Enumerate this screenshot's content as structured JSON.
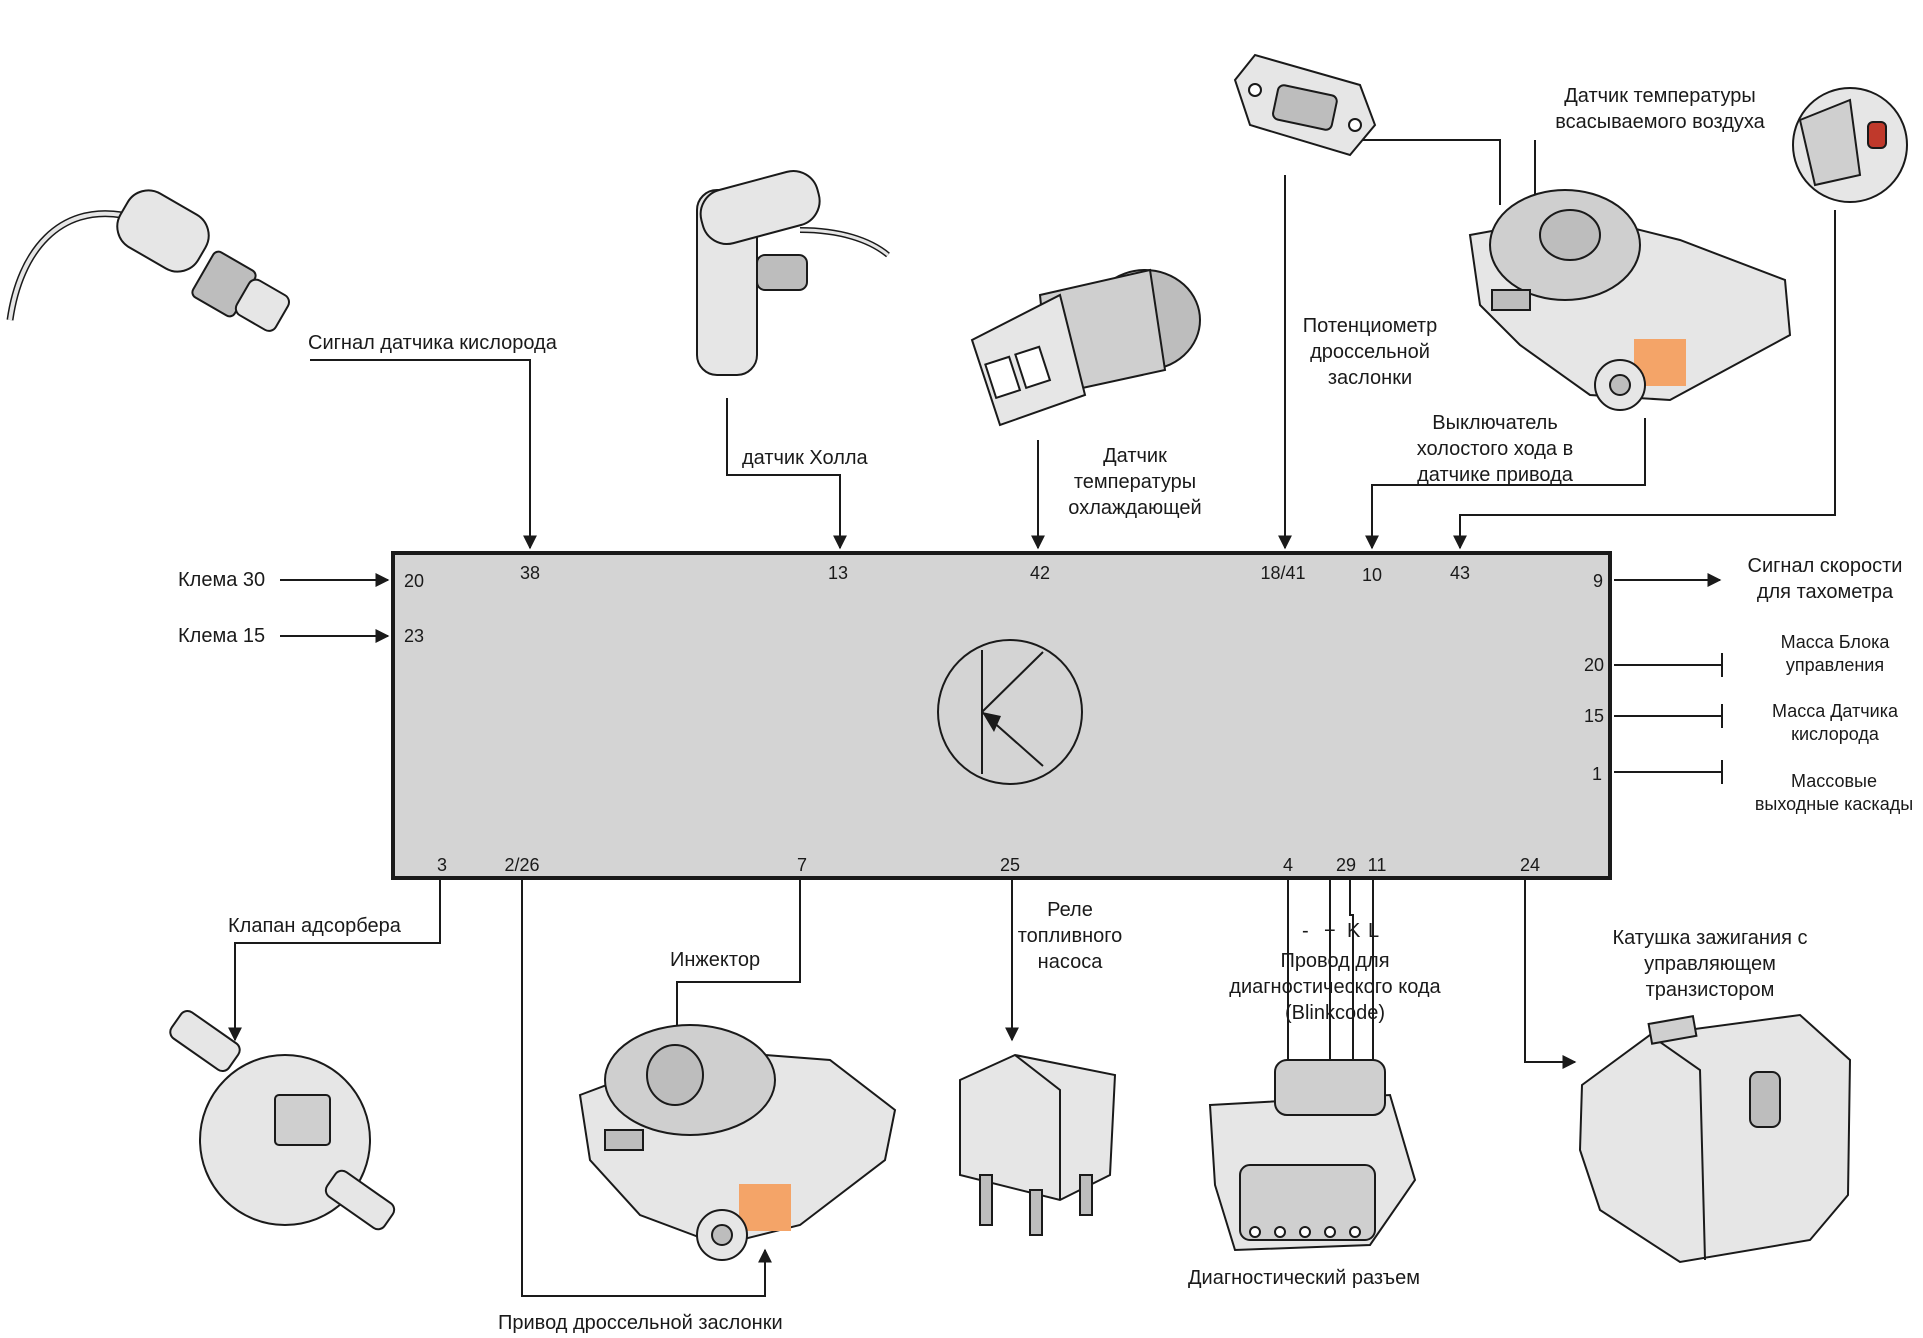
{
  "colors": {
    "ecu_fill": "#d4d4d4",
    "line": "#1a1a1a",
    "part_fill": "#e6e6e6",
    "part_dark": "#bdbdbd",
    "accent_orange": "#f4a468"
  },
  "labels": {
    "oxygen_signal": "Сигнал датчика кислорода",
    "hall": "датчик Холла",
    "coolant_temp": [
      "Датчик",
      "температуры",
      "охлаждающей"
    ],
    "throttle_pot": [
      "Потенциометр",
      "дроссельной",
      "заслонки"
    ],
    "intake_air_temp": [
      "Датчик температуры",
      "всасываемого воздуха"
    ],
    "idle_switch": [
      "Выключатель",
      "холостого хода в",
      "датчике привода"
    ],
    "clamp30": "Клема 30",
    "clamp15": "Клема 15",
    "speed_signal": [
      "Сигнал скорости",
      "для тахометра"
    ],
    "ground_ecu": [
      "Масса Блока",
      "управления"
    ],
    "ground_o2": [
      "Масса Датчика",
      "кислорода"
    ],
    "ground_stages": [
      "Массовые",
      "выходные каскады"
    ],
    "canister_valve": "Клапан адсорбера",
    "injector": "Инжектор",
    "fuel_pump_relay": [
      "Реле",
      "топливного",
      "насоса"
    ],
    "diag_wire": [
      "Провод для",
      "диагностического кода",
      "(Blinkcode)"
    ],
    "diag_wire_signs": [
      "-",
      "+",
      "K",
      "L"
    ],
    "ignition_coil": [
      "Катушка зажигания с",
      "управляющем",
      "транзистором"
    ],
    "diag_connector": "Диагностический разъем",
    "throttle_actuator": "Привод дроссельной заслонки"
  },
  "pins": {
    "top": [
      "38",
      "13",
      "42",
      "18/41",
      "10",
      "43"
    ],
    "left": [
      "20",
      "23"
    ],
    "right": [
      "9",
      "20",
      "15",
      "1"
    ],
    "bottom": [
      "3",
      "2/26",
      "7",
      "25",
      "4",
      "29",
      "11",
      "24"
    ]
  }
}
